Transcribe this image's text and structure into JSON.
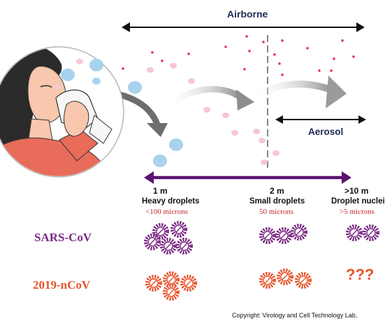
{
  "top": {
    "airborne": "Airborne",
    "aerosol": "Aerosol"
  },
  "columns": [
    {
      "distance": "1 m",
      "droplet": "Heavy droplets",
      "size": "<100 microns"
    },
    {
      "distance": "2 m",
      "droplet": "Small droplets",
      "size": "50 microns"
    },
    {
      "distance": ">10 m",
      "droplet": "Droplet nuclei",
      "size": ">5 microns"
    }
  ],
  "viruses": [
    {
      "name": "SARS-CoV",
      "color": "#7b2a83"
    },
    {
      "name": "2019-nCoV",
      "color": "#e8532a"
    }
  ],
  "unknown": "???",
  "copyright": "Copyright: Virology and Cell Technology Lab, ",
  "colors": {
    "purple_arrow": "#5c1470",
    "virus_purple": "#7b2a83",
    "virus_orange": "#e8532a",
    "label_red": "#c0272d",
    "aerosol_label": "#1f2a52",
    "pink_drop": "#f6c7d6",
    "blue_drop": "#a8d3ee",
    "red_dot": "#e13645"
  }
}
